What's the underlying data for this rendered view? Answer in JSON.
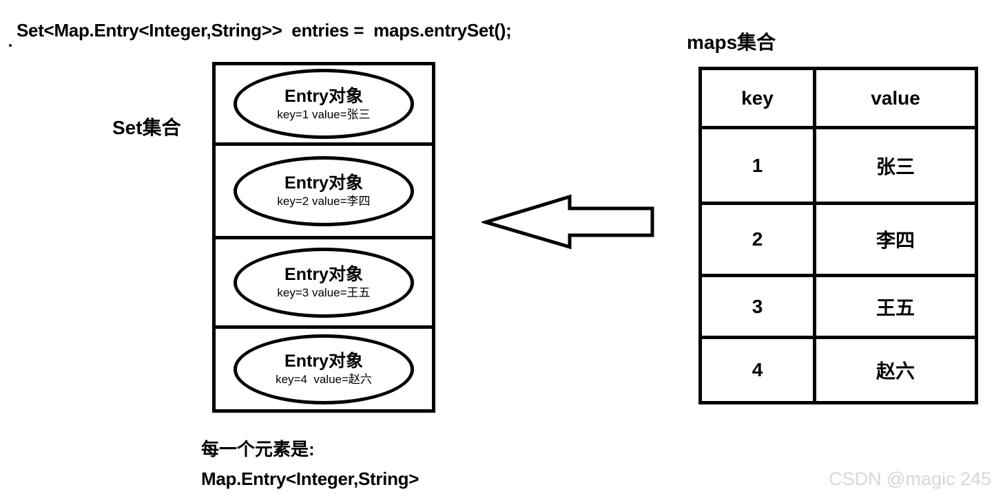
{
  "code_statement": "Set<Map.Entry<Integer,String>>  entries =  maps.entrySet();",
  "set_collection": {
    "label": "Set集合",
    "entries": [
      {
        "title": "Entry对象",
        "detail": "key=1 value=张三"
      },
      {
        "title": "Entry对象",
        "detail": "key=2 value=李四"
      },
      {
        "title": "Entry对象",
        "detail": "key=3 value=王五"
      },
      {
        "title": "Entry对象",
        "detail": "key=4  value=赵六"
      }
    ]
  },
  "maps_collection": {
    "label": "maps集合",
    "columns": [
      "key",
      "value"
    ],
    "rows": [
      [
        "1",
        "张三"
      ],
      [
        "2",
        "李四"
      ],
      [
        "3",
        "王五"
      ],
      [
        "4",
        "赵六"
      ]
    ]
  },
  "footnote": {
    "line1": "每一个元素是:",
    "line2": "Map.Entry<Integer,String>"
  },
  "watermark": "CSDN @magic 245",
  "icons": {
    "arrow": "block-arrow-left"
  },
  "colors": {
    "ink": "#000000",
    "background": "#ffffff",
    "watermark": "#d9d9d9"
  }
}
